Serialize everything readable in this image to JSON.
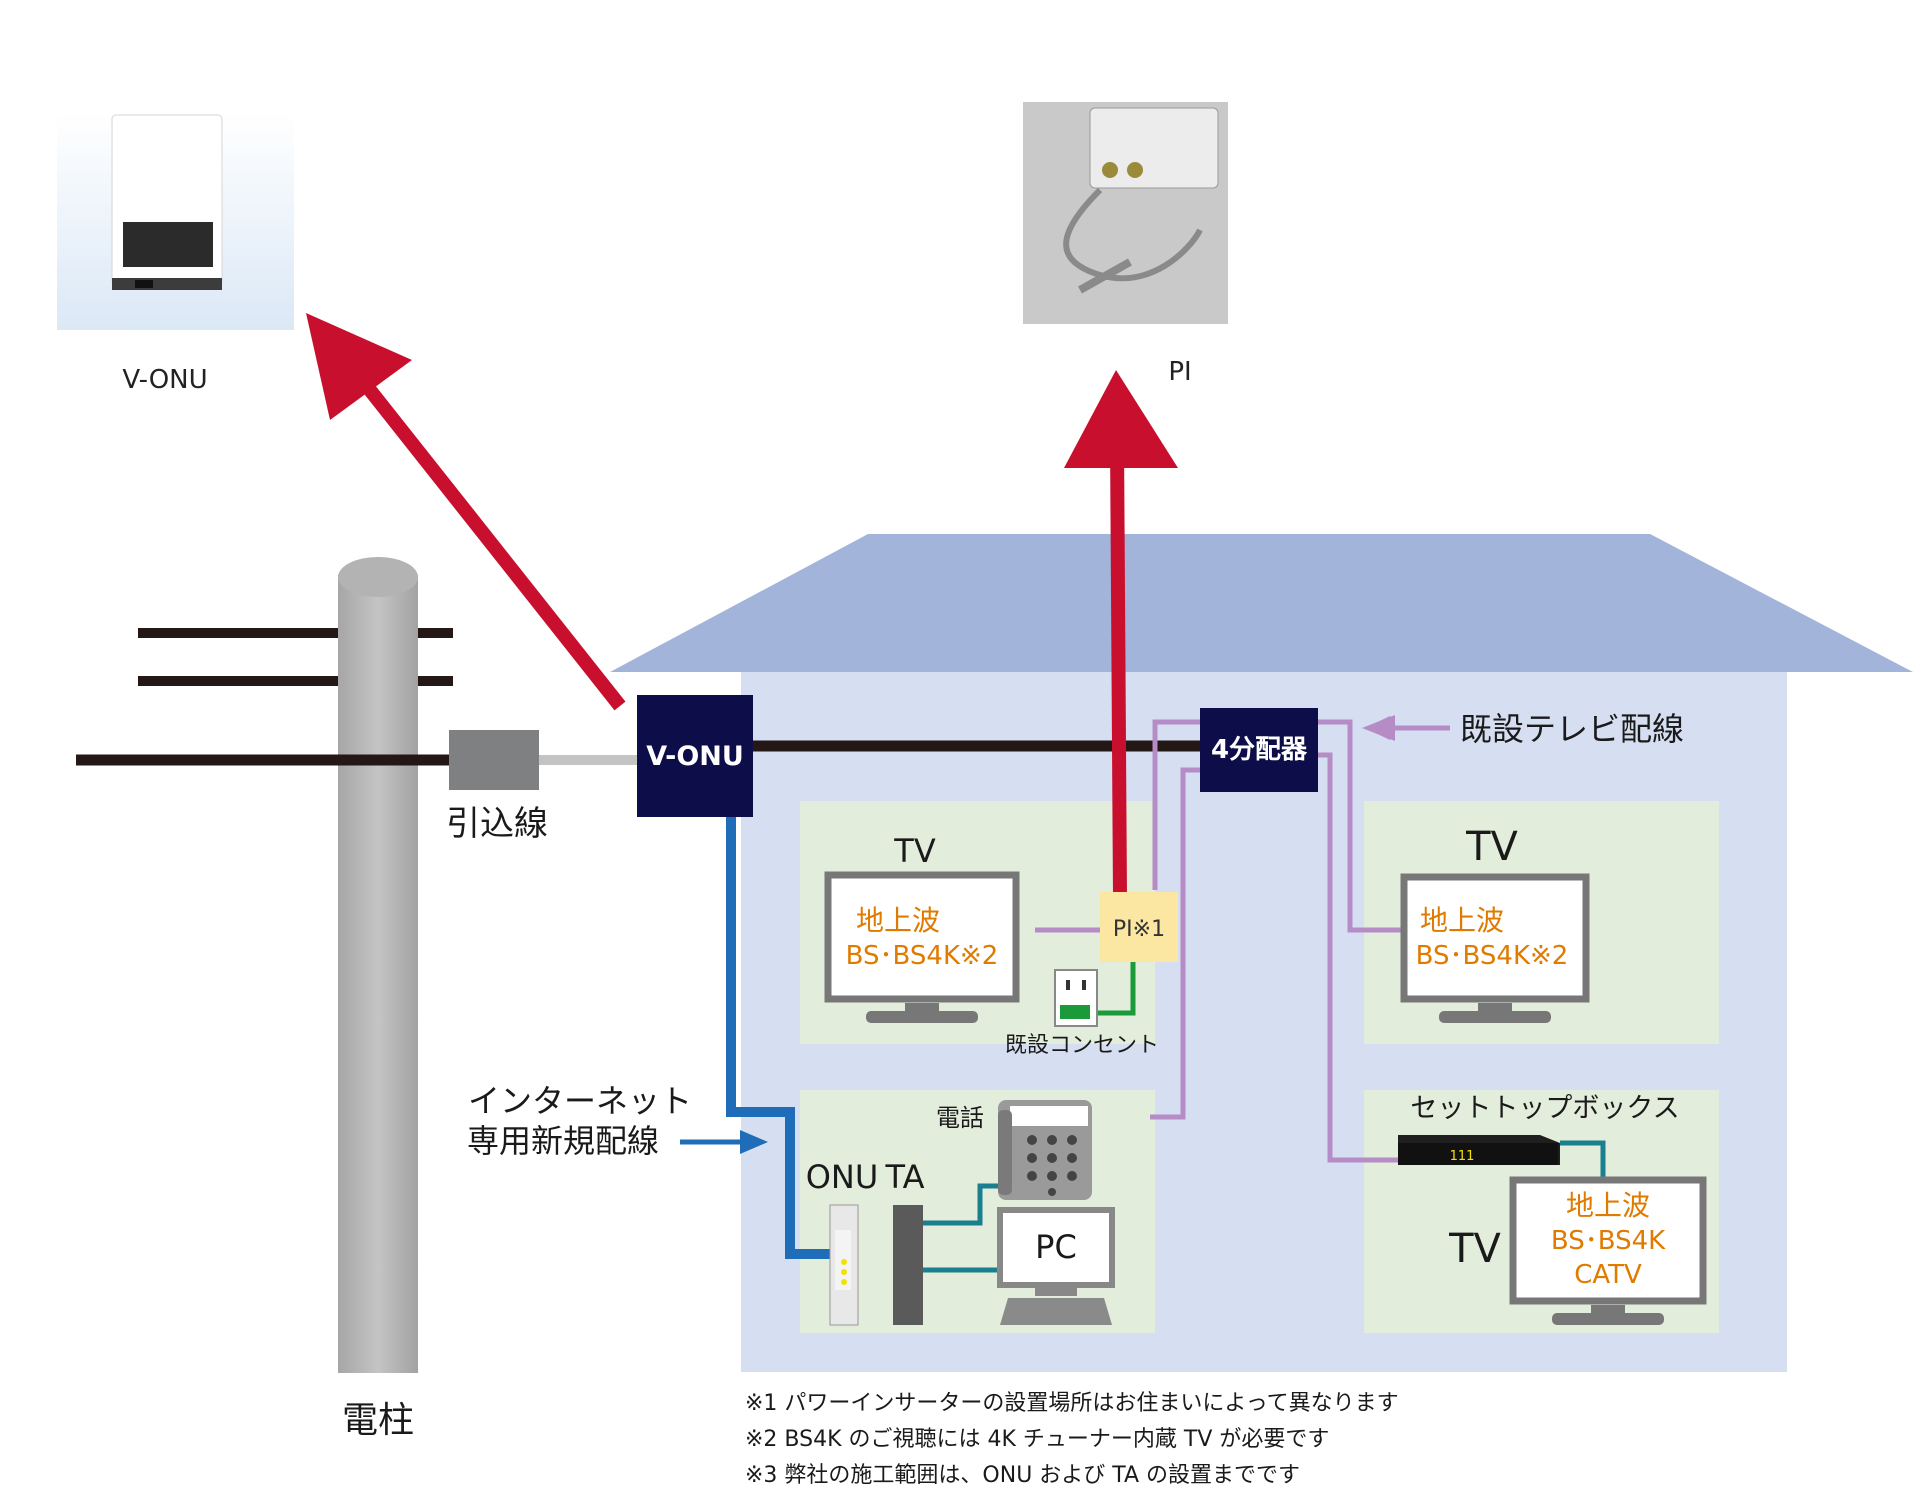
{
  "photos": {
    "vonu_caption": "V-ONU",
    "pi_caption": "PI"
  },
  "pole": {
    "label": "電柱",
    "dropline_label": "引込線"
  },
  "devices": {
    "vonu": "V-ONU",
    "splitter": "4分配器",
    "pi": "PI※1",
    "onu": "ONU",
    "ta": "TA",
    "stb_display": "111"
  },
  "labels": {
    "existing_tv_wiring": "既設テレビ配線",
    "internet_wiring_line1": "インターネット",
    "internet_wiring_line2": "専用新規配線",
    "existing_outlet": "既設コンセント",
    "phone": "電話",
    "stb": "セットトップボックス",
    "pc": "PC"
  },
  "rooms": {
    "tv1": {
      "title": "TV",
      "line1": "地上波",
      "line2": "BS･BS4K※2"
    },
    "tv2": {
      "title": "TV",
      "line1": "地上波",
      "line2": "BS･BS4K※2"
    },
    "tv3": {
      "title": "TV",
      "line1": "地上波",
      "line2": "BS･BS4K",
      "line3": "CATV"
    }
  },
  "notes": [
    "※1 パワーインサーターの設置場所はお住まいによって異なります",
    "※2 BS4K のご視聴には 4K チューナー内蔵 TV が必要です",
    "※3 弊社の施工範囲は、ONU および TA の設置までです"
  ],
  "colors": {
    "red_arrow": "#c8102e",
    "house_roof": "#a3b4da",
    "house_wall": "#d6def1",
    "room": "#e3eddc",
    "navy": "#0d0d4a",
    "coax": "#b58cc6",
    "internet": "#1f6db8",
    "lan": "#1a7f8e",
    "power": "#1b9a3a",
    "orange_text": "#e07b00",
    "pi_box": "#fbe7a1"
  }
}
